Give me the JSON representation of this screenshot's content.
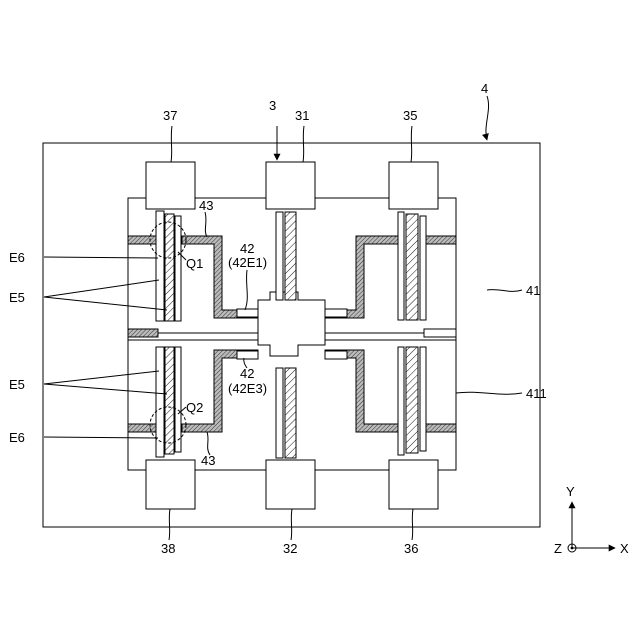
{
  "labels": {
    "ref_4": "4",
    "ref_3": "3",
    "pad_37": "37",
    "pad_31": "31",
    "pad_35": "35",
    "pad_38": "38",
    "pad_32": "32",
    "pad_36": "36",
    "ref_41": "41",
    "ref_411": "411",
    "ref_43_top": "43",
    "ref_43_bottom": "43",
    "ref_42_top": "42",
    "ref_42E1": "(42E1)",
    "ref_42_bottom": "42",
    "ref_42E3": "(42E3)",
    "ref_E6_top": "E6",
    "ref_E5_top": "E5",
    "ref_E5_bottom": "E5",
    "ref_E6_bottom": "E6",
    "ref_Q1": "Q1",
    "ref_Q2": "Q2",
    "axis_y": "Y",
    "axis_x": "X",
    "axis_z": "Z"
  }
}
